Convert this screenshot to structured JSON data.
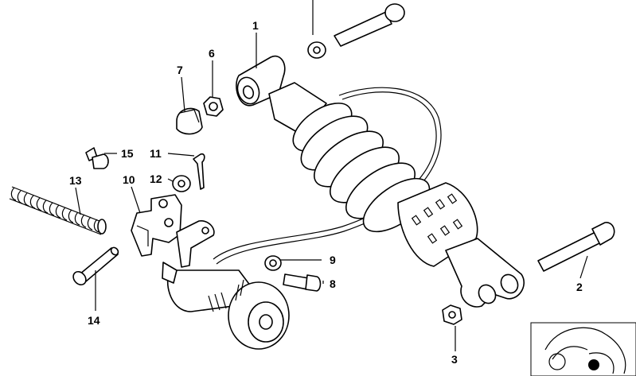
{
  "callouts": {
    "c1": "1",
    "c2": "2",
    "c3": "3",
    "c6": "6",
    "c7": "7",
    "c8": "8",
    "c9": "9",
    "c10": "10",
    "c11": "11",
    "c12": "12",
    "c13": "13",
    "c14": "14",
    "c15": "15"
  },
  "thumbnail": {
    "icon": "motorcycle-thumbnail-icon",
    "marker_color": "#000000"
  }
}
